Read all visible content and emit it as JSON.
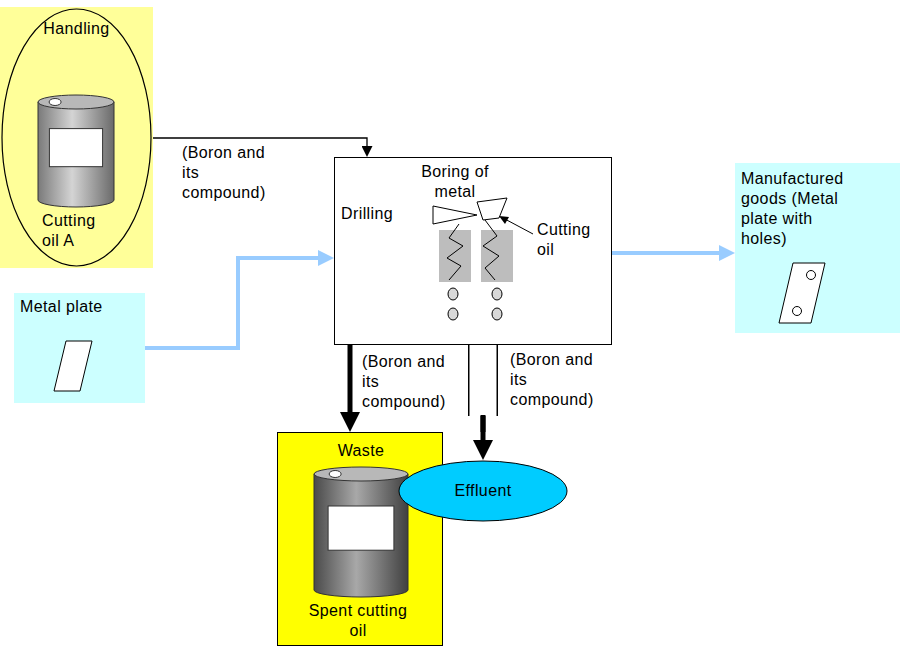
{
  "diagram": {
    "nodes": [
      {
        "text": [
          "Handling",
          "Cutting oil A"
        ]
      },
      {
        "text": [
          "Metal plate"
        ]
      },
      {
        "text": [
          "Boring of metal",
          "Drilling",
          "Cutting oil"
        ]
      },
      {
        "text": [
          "Manufactured goods (Metal plate with holes)"
        ]
      },
      {
        "text": [
          "Waste",
          "Spent cutting oil"
        ]
      },
      {
        "text": [
          "Effluent"
        ]
      }
    ],
    "edges": [
      {
        "from": 0,
        "to": 2,
        "arrow": "to",
        "label": "(Boron and its compound)"
      },
      {
        "from": 1,
        "to": 2,
        "arrow": "to"
      },
      {
        "from": 2,
        "to": 3,
        "arrow": "to"
      },
      {
        "from": 2,
        "to": 4,
        "arrow": "to",
        "label": "(Boron and its compound)"
      },
      {
        "from": 2,
        "to": 5,
        "arrow": "to",
        "label": "(Boron and its compound)"
      }
    ]
  }
}
